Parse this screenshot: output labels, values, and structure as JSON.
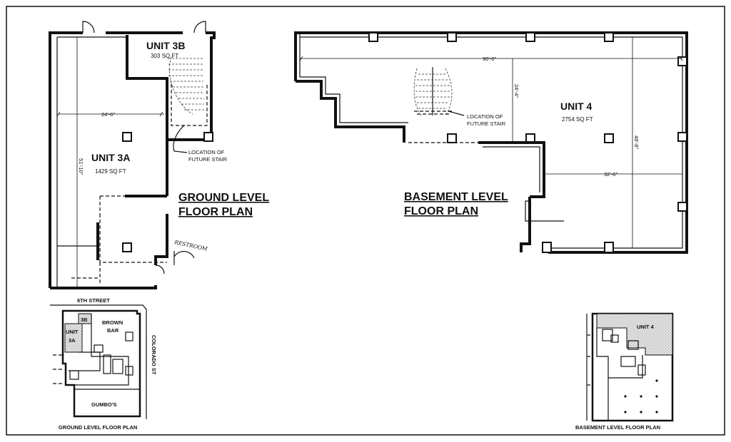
{
  "ground_level": {
    "title_line1": "GROUND LEVEL",
    "title_line2": "FLOOR PLAN",
    "unit_3b": {
      "name": "UNIT 3B",
      "area": "303 SQ FT"
    },
    "unit_3a": {
      "name": "UNIT 3A",
      "area": "1429 SQ FT"
    },
    "dim_width": "24'-6\"",
    "dim_length": "51'-10\"",
    "stair_note_line1": "LOCATION OF",
    "stair_note_line2": "FUTURE STAIR",
    "restroom_label": "RESTROOM"
  },
  "basement_level": {
    "title_line1": "BASEMENT LEVEL",
    "title_line2": "FLOOR PLAN",
    "unit_4": {
      "name": "UNIT 4",
      "area": "2754 SQ FT"
    },
    "dim_overall_width": "90'-0\"",
    "dim_depth": "24'-4\"",
    "dim_right_height": "48'-8\"",
    "dim_lower_width": "32'-6\"",
    "stair_note_line1": "LOCATION OF",
    "stair_note_line2": "FUTURE STAIR"
  },
  "ground_keyplan": {
    "caption": "GROUND LEVEL FLOOR PLAN",
    "street_north": "6TH STREET",
    "street_east": "COLORADO ST",
    "labels": {
      "unit_3b": "3B",
      "unit_3a_line1": "UNIT",
      "unit_3a_line2": "3A",
      "brown_bar_line1": "BROWN",
      "brown_bar_line2": "BAR",
      "gumbos": "GUMBO'S"
    }
  },
  "basement_keyplan": {
    "caption": "BASEMENT LEVEL FLOOR PLAN",
    "unit_4": "UNIT 4"
  }
}
